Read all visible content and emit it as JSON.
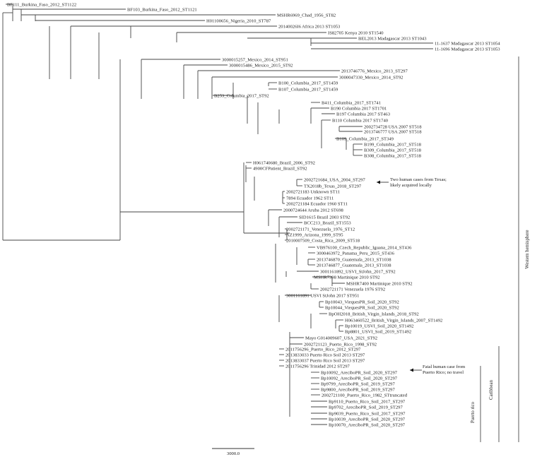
{
  "tree": {
    "tips": [
      "BF111_Burkina_Faso_2012_ST1122",
      "BF103_Burkina_Faso_2012_ST1121",
      "MSHR6969_Chad_1956_ST82",
      "H01100656_Nigeria_2010_ST787",
      "20140026I6 Africa 2013 ST1053",
      "IS82705 Kenya 2010 ST1540",
      "BEL2013 Madagascar 2013 ST1043",
      "11-1637 Madagascar 2013 ST1054",
      "11-1696 Madagascar 2013 ST1053",
      "3000015257_Mexico_2014_ST951",
      "3000015486_Mexico_2015_ST92",
      "2013746776_Mexico_2013_ST297",
      "3000047330_Mexico_2014_ST92",
      "B100_Columbia_2017_ST1459",
      "B107_Columbia_2017_ST1459",
      "B253_Columbia_2017_ST92",
      "B411_Columbia_2017_ST1741",
      "B190 Columbia 2017 ST1701",
      "B197 Columbia 2017 ST463",
      "B110 Columbia 2017 ST1740",
      "2002734728 USA 2007 ST518",
      "2013746777 USA 2007 ST518",
      "B109_Columbia_2017_ST349",
      "B199_Columbia_2017_ST518",
      "B309_Columbia_2017_ST518",
      "B308_Columbia_2017_ST518",
      "H061740680_Brazil_2006_ST92",
      "4900CFPatient_Brazil_ST92",
      "2002721684_USA_2004_ST297",
      "TX2018b_Texas_2018_ST297",
      "2002721183 Unknown ST11",
      "7894 Ecuador 1962 ST11",
      "2002721184 Ecuador 1960 ST11",
      "2000724644 Aruba 2012 ST698",
      "SID1615 Brazil 2003 ST92",
      "BCC213_Brazil_ST1553",
      "2002721171_Venezuela_1976_ST12",
      "AZ1999_Arizona_1999_ST95",
      "2010007509_Costa_Rica_2009_ST518",
      "VB976100_Czech_Republic_Iguana_2014_ST436",
      "3000463972_Panama_Peru_2015_ST436",
      "2013746870_Guatemala_2013_ST1038",
      "2013746877_Guatemala_2013_ST1038",
      "3001161892_USVI_StJohn_2017_ST92",
      "MSHR7398 Martinique 2010 ST92",
      "MSHR7400 Martinique 2010 ST92",
      "2002721171 Venezuela 1976 ST92",
      "3001161891 USVI StJohn 2017 ST951",
      "Bp10043_ViequesPR_Soil_2020_ST92",
      "Bp10044_ViequesPR_Soil_2020_ST92",
      "BpOH2018_British_Virgin_Islands_2018_ST92",
      "H063460522_British_Virgin_Islands_2007_ST1492",
      "Bp10019_USVI_Soil_2020_ST1492",
      "Bp8801_USVI_Soil_2019_ST1492",
      "Mayo G014009607_USA_2021_ST92",
      "2002721123_Puerto_Rico_1998_ST92",
      "2011756296_Puerto_Rico_2012_ST297",
      "2013833033 Puerto Rico Soil 2013 ST297",
      "2013833037 Puerto Rico Soil 2013 ST297",
      "2011756296 Trinidad 2012 ST297",
      "Bp10092_AreciboPR_Soil_2020_ST297",
      "Bp10092_AreciboPR_Soil_2020_ST297",
      "Bp9799_AreciboPR_Soil_2019_ST297",
      "Bp9800_AreciboPR_Soil_2019_ST297",
      "2002721100_Puerto_Rico_1982_STtruncated",
      "Bp9110_Puerto_Rico_Soil_2017_ST297",
      "Bp9702_AreciboPR_Soil_2019_ST297",
      "Bp9039_Puerto_Rico_Soil_2017_ST297",
      "Bp10039_AreciboPR_Soil_2020_ST297",
      "Bp10070_AreciboPR_Soil_2020_ST297"
    ],
    "highlight_tip": "Mayo G014009607_USA_2021_ST92",
    "highlight_color": "#c0392b",
    "branch_color": "#444444"
  },
  "annotations": {
    "texas": [
      "Two human cases from Texas;",
      "likely acquired locally"
    ],
    "fatal": [
      "Fatal human case from",
      "Puerto Rico; no travel"
    ]
  },
  "clades": {
    "western": "Western hemisphere",
    "caribbean": "Caribbean",
    "puerto_rico": "Puerto rico"
  },
  "scale_bar": {
    "label": "3000.0"
  }
}
